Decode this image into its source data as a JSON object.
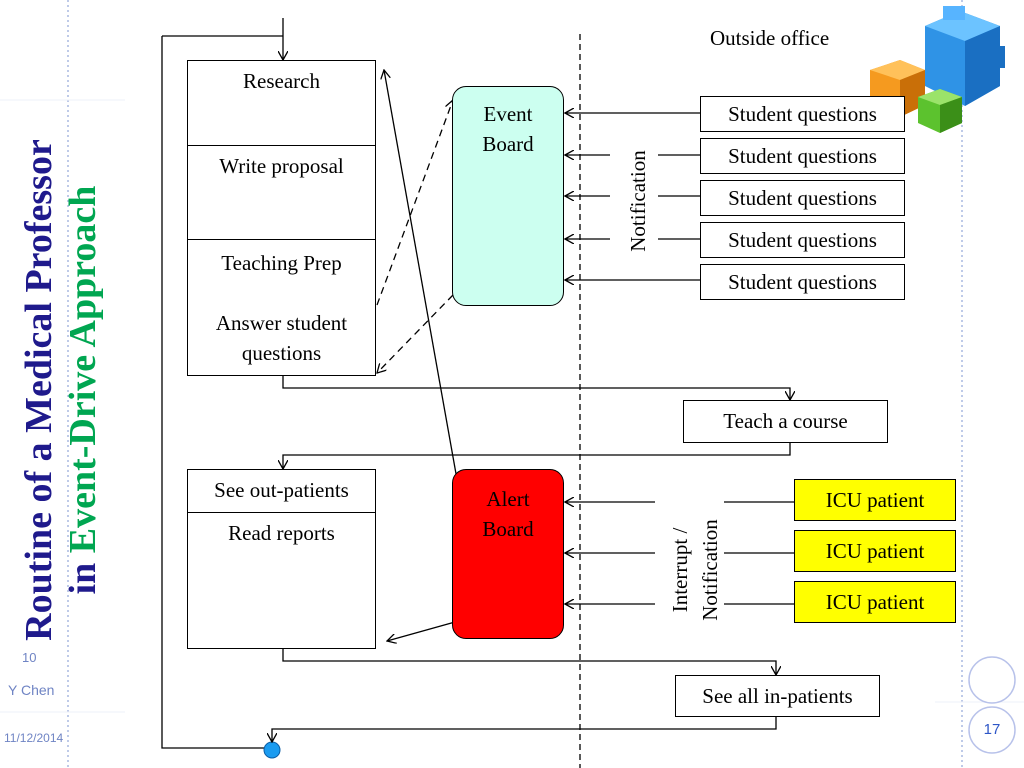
{
  "title": {
    "line1": "Routine of a Medical Professor",
    "line2_prefix": "in",
    "line2_highlight": "Event-Drive Approach"
  },
  "outside_label": "Outside office",
  "professor_tasks": {
    "research": "Research",
    "write_proposal": "Write proposal",
    "teaching_prep": "Teaching Prep",
    "answer_questions": "Answer student questions"
  },
  "clinic_tasks": {
    "out_patients": "See out-patients",
    "read_reports": "Read reports"
  },
  "event_board": "Event Board",
  "alert_board": "Alert Board",
  "notification_label": "Notification",
  "interrupt_label_1": "Interrupt /",
  "interrupt_label_2": "Notification",
  "student_questions": [
    "Student questions",
    "Student questions",
    "Student questions",
    "Student questions",
    "Student questions"
  ],
  "icu_patients": [
    "ICU patient",
    "ICU patient",
    "ICU patient"
  ],
  "teach_course": "Teach a course",
  "in_patients": "See all in-patients",
  "footer": {
    "date": "11/12/2014",
    "author": "Y Chen",
    "side_num": "10",
    "page": "17"
  },
  "colors": {
    "title_blue": "#1f1a8c",
    "title_green": "#00a651",
    "event_board": "#ccfff0",
    "alert_board": "#ff0000",
    "icu": "#ffff00"
  }
}
